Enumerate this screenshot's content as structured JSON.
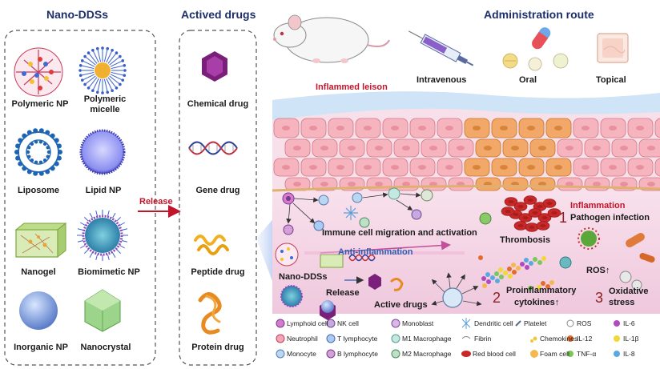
{
  "headers": {
    "nano_ddss": "Nano-DDSs",
    "actived_drugs": "Actived drugs",
    "administration_route": "Administration route"
  },
  "nanocarriers": [
    {
      "label": "Polymeric NP"
    },
    {
      "label": "Polymeric micelle"
    },
    {
      "label": "Liposome"
    },
    {
      "label": "Lipid NP"
    },
    {
      "label": "Nanogel"
    },
    {
      "label": "Biomimetic NP"
    },
    {
      "label": "Inorganic NP"
    },
    {
      "label": "Nanocrystal"
    }
  ],
  "release_arrow_label": "Release",
  "drugs": [
    {
      "label": "Chemical drug"
    },
    {
      "label": "Gene drug"
    },
    {
      "label": "Peptide drug"
    },
    {
      "label": "Protein drug"
    }
  ],
  "routes": {
    "intravenous": "Intravenous",
    "oral": "Oral",
    "topical": "Topical"
  },
  "lesion": {
    "inflamed_lesion": "Inflammed leison",
    "immune_migration": "Immune cell migration and activation",
    "inflammation": "Inflammation",
    "step1": "1",
    "pathogen_infection": "Pathogen infection",
    "thrombosis": "Thrombosis",
    "anti_inflammation": "Anti-inflammation",
    "nano_ddss": "Nano-DDSs",
    "release": "Release",
    "active_drugs": "Active drugs",
    "step2": "2",
    "proinflammatory": "Proinflammatory",
    "cytokines": "cytokines↑",
    "ros_up": "ROS↑",
    "step3": "3",
    "oxidative": "Oxidative",
    "stress": "stress"
  },
  "legend": {
    "lymphoid_cell": "Lymphoid cell",
    "nk_cell": "NK cell",
    "monoblast": "Monoblast",
    "dendritic_cell": "Dendritic cell",
    "platelet": "Platelet",
    "ros": "ROS",
    "il6": "IL-6",
    "neutrophil": "Neutrophil",
    "t_lymphocyte": "T lymphocyte",
    "m1_macrophage": "M1 Macrophage",
    "fibrin": "Fibrin",
    "chemokines": "Chemokines",
    "il12": "IL-12",
    "il1b": "IL-1β",
    "monocyte": "Monocyte",
    "b_lymphocyte": "B lymphocyte",
    "m2_macrophage": "M2 Macrophage",
    "red_blood_cell": "Red blood cell",
    "foam_cell": "Foam cell",
    "tnfa": "TNF-α",
    "il8": "IL-8"
  },
  "colors": {
    "header": "#1d2f6b",
    "step_number": "#8a2020",
    "inflammation_red": "#c0152b",
    "anti_inflammation_blue": "#2a5fb0",
    "release_red": "#c0152b",
    "tissue_pink": "#f8d6dc",
    "tissue_cell": "#f4aab4",
    "inflamed_cell": "#f0a060",
    "vessel_bg": "#f4d8ea",
    "rbc": "#c82828"
  },
  "icons": [
    "mouse-icon",
    "syringe-icon",
    "capsule-icon",
    "tablet-icon",
    "patch-icon",
    "hexagon-molecule-icon",
    "dna-helix-icon",
    "peptide-chain-icon",
    "protein-ribbon-icon"
  ]
}
